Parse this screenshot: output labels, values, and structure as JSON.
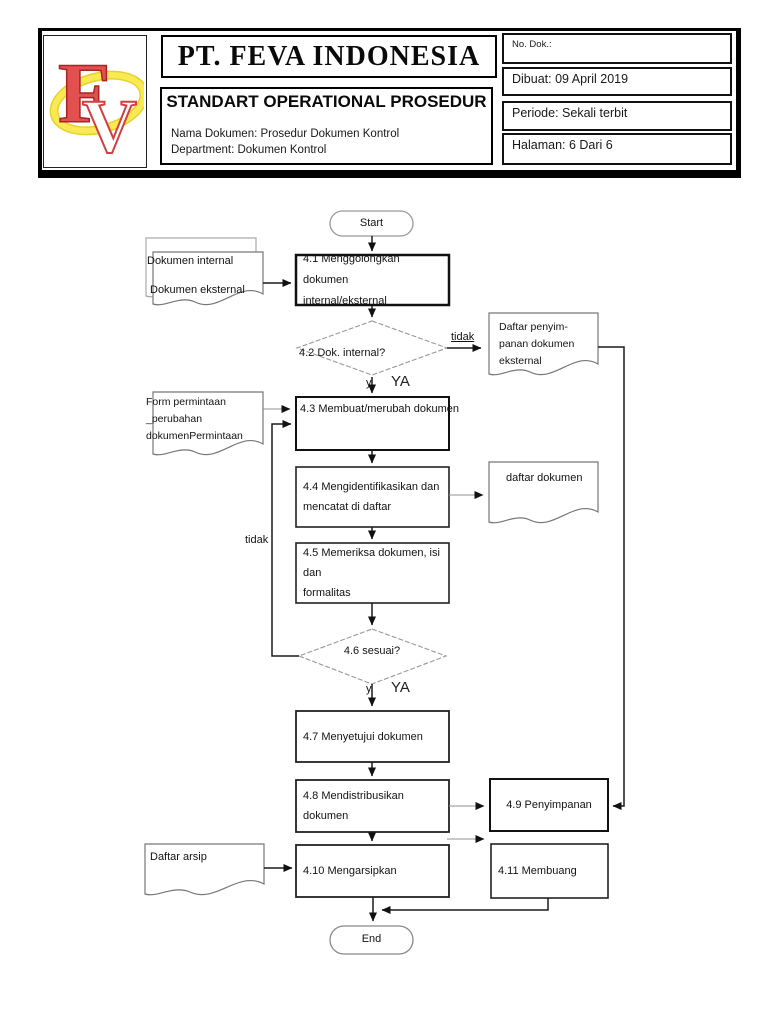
{
  "header": {
    "logo": {
      "letter_f": "F",
      "letter_v": "V"
    },
    "company_name": "PT. FEVA INDONESIA",
    "document_type": "STANDART OPERATIONAL PROSEDUR",
    "document_name_line": "Nama Dokumen: Prosedur Dokumen Kontrol",
    "department_line": "Department: Dokumen Kontrol",
    "fields": {
      "no_dok": "No. Dok.:",
      "dibuat": "Dibuat: 09 April 2019",
      "periode": "Periode: Sekali terbit",
      "halaman": "Halaman: 6 Dari 6"
    }
  },
  "flowchart": {
    "terminals": {
      "start": "Start",
      "end": "End"
    },
    "processes": {
      "p41": "4.1 Menggolongkan dokumen\ninternal/eksternal",
      "p43": "4.3 Membuat/merubah dokumen",
      "p44": "4.4 Mengidentifikasikan dan\nmencatat di daftar",
      "p45": "4.5 Memeriksa dokumen, isi dan\nformalitas",
      "p47": "4.7 Menyetujui dokumen",
      "p48": "4.8 Mendistribusikan dokumen",
      "p49": "4.9 Penyimpanan",
      "p410": "4.10 Mengarsipkan",
      "p411": "4.11 Membuang"
    },
    "decisions": {
      "d42": "4.2 Dok. internal?",
      "d46": "4.6 sesuai?"
    },
    "documents": {
      "dokumen_internal": "Dokumen internal",
      "dokumen_eksternal": "Dokumen eksternal",
      "daftar_penyimpanan": "Daftar penyim-\npanan dokumen\neksternal",
      "form_permintaan": "Form permintaan\n_perubahan\ndokumenPermintaan",
      "daftar_dokumen": "daftar dokumen",
      "daftar_arsip": "Daftar arsip"
    },
    "edge_labels": {
      "tidak_42": "tidak",
      "ya_42_small": "y",
      "ya_42": "YA",
      "tidak_46": "tidak",
      "ya_46_small": "y",
      "ya_46": "YA"
    }
  }
}
